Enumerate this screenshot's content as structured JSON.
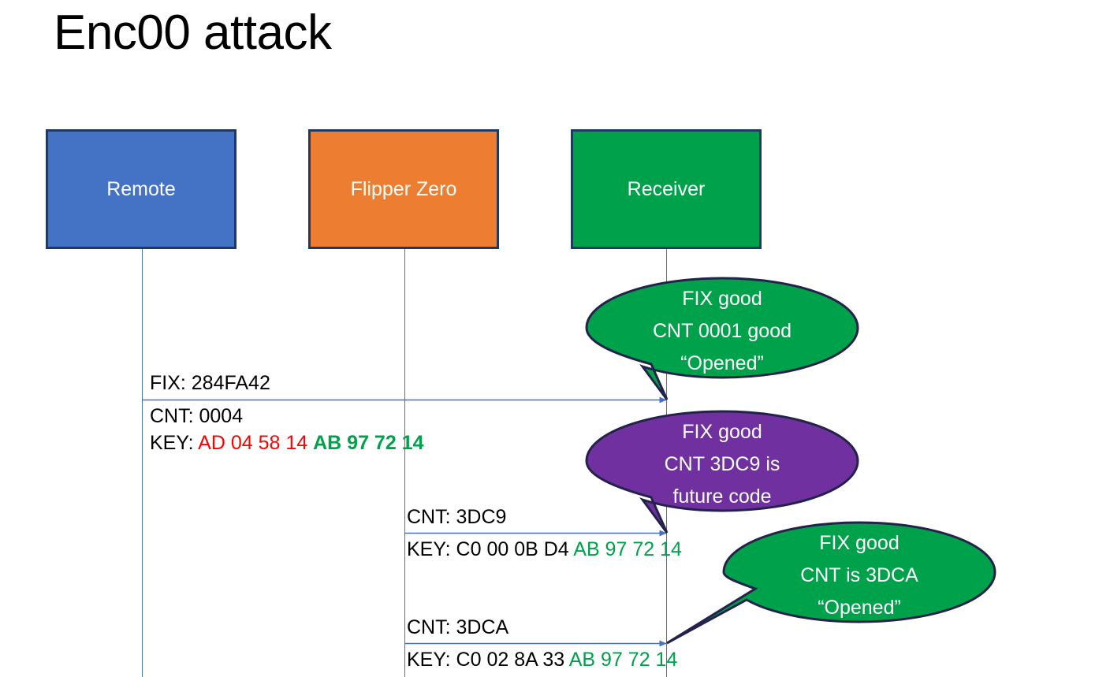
{
  "slide": {
    "title": "Enc00 attack",
    "background": "#FFFFFF"
  },
  "colors": {
    "remote_fill": "#4472C4",
    "flipper_fill": "#ED7D31",
    "receiver_fill": "#00A14B",
    "box_border": "#1F3864",
    "lifeline": "#4472C4",
    "arrow": "#4472C4",
    "bubble_green": "#00A14B",
    "bubble_purple": "#7030A0",
    "bubble_border": "#23224A",
    "key_red": "#FF0000",
    "key_green": "#00A14B",
    "text_black": "#000000"
  },
  "actors": [
    {
      "id": "remote",
      "label": "Remote"
    },
    {
      "id": "flipper",
      "label": "Flipper Zero"
    },
    {
      "id": "receiver",
      "label": "Receiver"
    }
  ],
  "messages": [
    {
      "id": "msg-1",
      "from": "remote",
      "to": "receiver",
      "label_fix": "FIX: 284FA42",
      "label_cnt": "CNT: 0004",
      "key_prefix": "KEY:",
      "key_first": "AD 04 58 14",
      "key_second": "AB 97 72 14"
    },
    {
      "id": "msg-2",
      "from": "flipper",
      "to": "receiver",
      "label_cnt": "CNT: 3DC9",
      "key_prefix": "KEY:",
      "key_first": "C0 00 0B D4",
      "key_second": "AB 97 72 14"
    },
    {
      "id": "msg-3",
      "from": "flipper",
      "to": "receiver",
      "label_cnt": "CNT: 3DCA",
      "key_prefix": "KEY:",
      "key_first": "C0 02 8A 33",
      "key_second": "AB 97 72 14"
    }
  ],
  "callouts": [
    {
      "id": "callout-1",
      "color": "green",
      "lines": [
        "FIX good",
        "CNT 0001 good",
        "“Opened”"
      ]
    },
    {
      "id": "callout-2",
      "color": "purple",
      "lines": [
        "FIX good",
        "CNT 3DC9 is",
        "future code"
      ]
    },
    {
      "id": "callout-3",
      "color": "green",
      "lines": [
        "FIX good",
        "CNT is 3DCA",
        "“Opened”"
      ]
    }
  ]
}
